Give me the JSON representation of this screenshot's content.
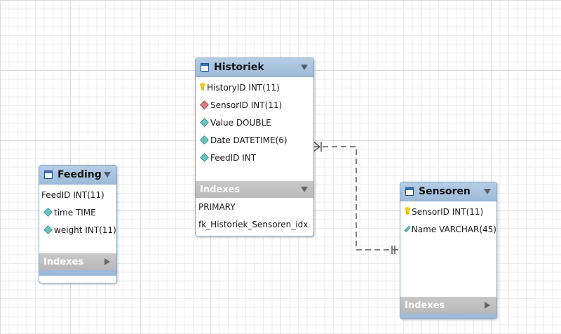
{
  "tables": {
    "historiek": {
      "name": "Historiek",
      "columns": [
        {
          "label": "HistoryID INT(11)",
          "icon": "primary-key-icon"
        },
        {
          "label": "SensorID INT(11)",
          "icon": "foreign-key-icon"
        },
        {
          "label": "Value DOUBLE",
          "icon": "column-icon"
        },
        {
          "label": "Date DATETIME(6)",
          "icon": "column-icon"
        },
        {
          "label": "FeedID INT",
          "icon": "column-icon"
        }
      ],
      "indexes_label": "Indexes",
      "indexes": [
        "PRIMARY",
        "fk_Historiek_Sensoren_idx"
      ]
    },
    "feeding": {
      "name": "Feeding",
      "columns": [
        {
          "label": "FeedID INT(11)",
          "icon": "none"
        },
        {
          "label": "time TIME",
          "icon": "column-icon"
        },
        {
          "label": "weight INT(11)",
          "icon": "column-icon"
        }
      ],
      "indexes_label": "Indexes"
    },
    "sensoren": {
      "name": "Sensoren",
      "columns": [
        {
          "label": "SensorID INT(11)",
          "icon": "primary-key-icon"
        },
        {
          "label": "Name VARCHAR(45)",
          "icon": "column-icon"
        }
      ],
      "indexes_label": "Indexes"
    }
  },
  "relationship": {
    "from": "Historiek",
    "to": "Sensoren",
    "from_cardinality": "one-or-many",
    "to_cardinality": "exactly-one",
    "style": "dashed"
  },
  "colors": {
    "header": "#9dbbd9",
    "indexes_header": "#bfbfbf",
    "connector": "#555555",
    "grid": "#dcdcdc"
  }
}
